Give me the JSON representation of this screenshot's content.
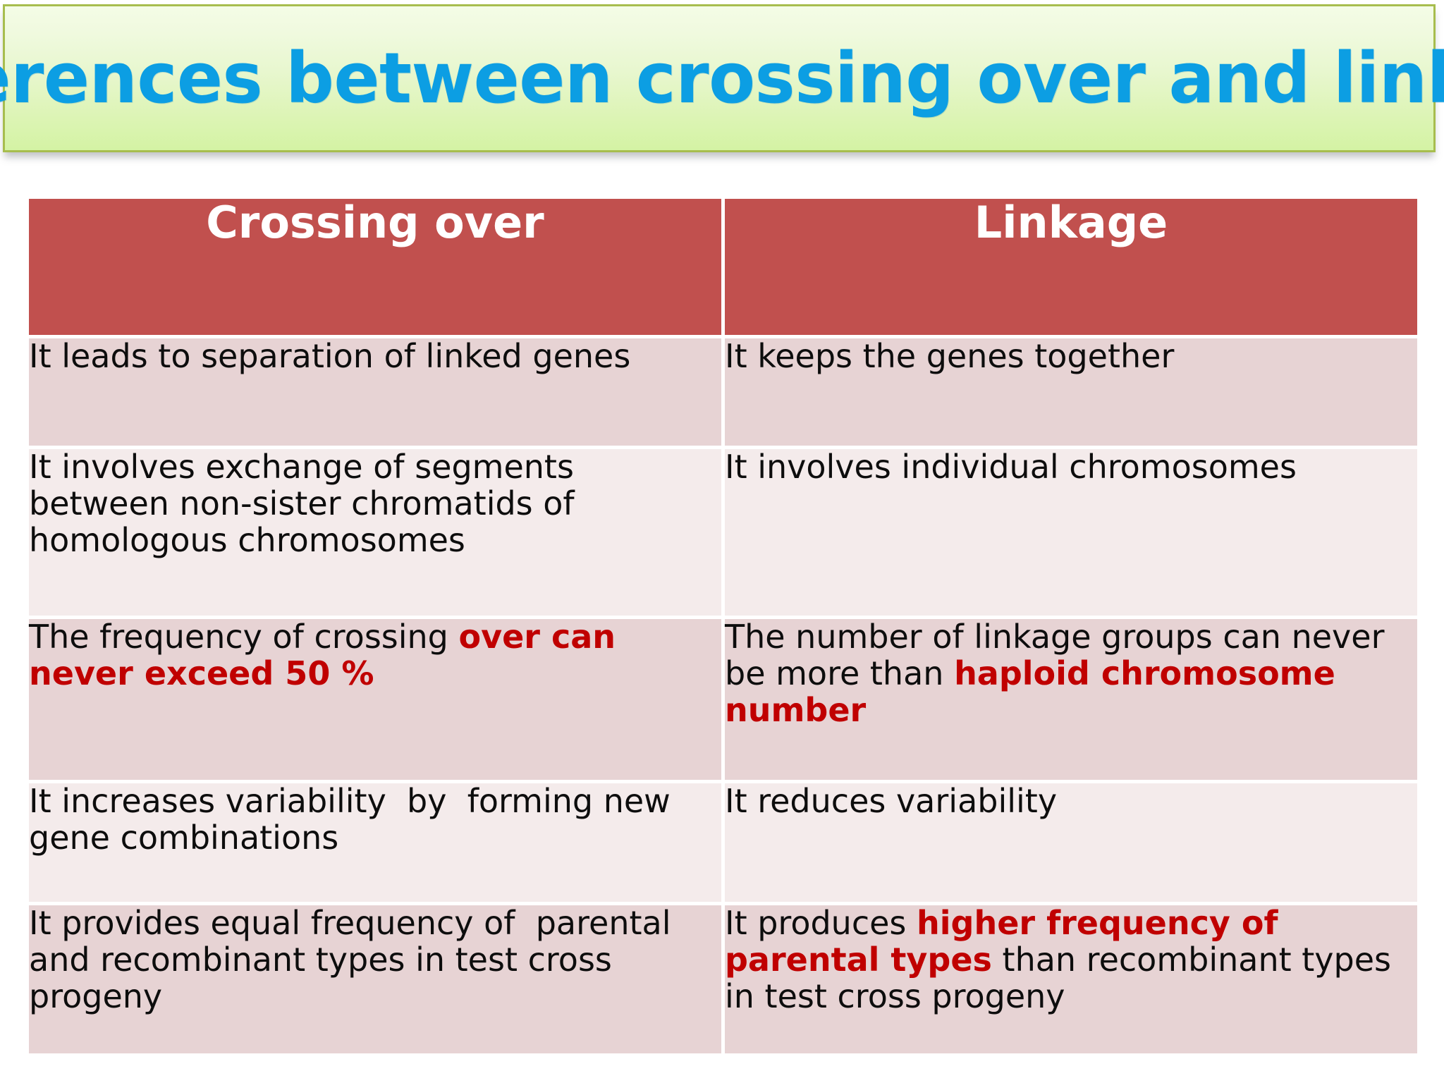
{
  "slide": {
    "title": "Differences between crossing over and linkage",
    "title_color": "#0c9ee3",
    "banner_border_color": "#a7bd4e",
    "highlight_color": "#c00000",
    "header_bg_color": "#c1504e",
    "row_band_dark": "#e7d3d4",
    "row_band_light": "#f4ebeb"
  },
  "table": {
    "headers": [
      {
        "label": "Crossing over"
      },
      {
        "label": "Linkage"
      }
    ],
    "rows": [
      {
        "crossing_over": [
          {
            "text": "It leads to separation of linked genes",
            "highlight": false
          }
        ],
        "linkage": [
          {
            "text": "It keeps the genes together",
            "highlight": false
          }
        ]
      },
      {
        "crossing_over": [
          {
            "text": "It involves exchange of segments between non-sister chromatids of homologous chromosomes",
            "highlight": false
          }
        ],
        "linkage": [
          {
            "text": "It involves individual chromosomes",
            "highlight": false
          }
        ]
      },
      {
        "crossing_over": [
          {
            "text": "The frequency of crossing ",
            "highlight": false
          },
          {
            "text": "over can never exceed 50 %",
            "highlight": true
          }
        ],
        "linkage": [
          {
            "text": "The number of linkage groups can never be more than ",
            "highlight": false
          },
          {
            "text": "haploid chromosome number",
            "highlight": true
          }
        ]
      },
      {
        "crossing_over": [
          {
            "text": "It increases variability  by  forming new gene combinations",
            "highlight": false
          }
        ],
        "linkage": [
          {
            "text": "It reduces variability",
            "highlight": false
          }
        ]
      },
      {
        "crossing_over": [
          {
            "text": "It provides equal frequency of  parental and recombinant types in test cross progeny",
            "highlight": false
          }
        ],
        "linkage": [
          {
            "text": "It produces ",
            "highlight": false
          },
          {
            "text": "higher frequency of parental types",
            "highlight": true
          },
          {
            "text": " than recombinant types in test cross progeny",
            "highlight": false
          }
        ]
      }
    ]
  }
}
